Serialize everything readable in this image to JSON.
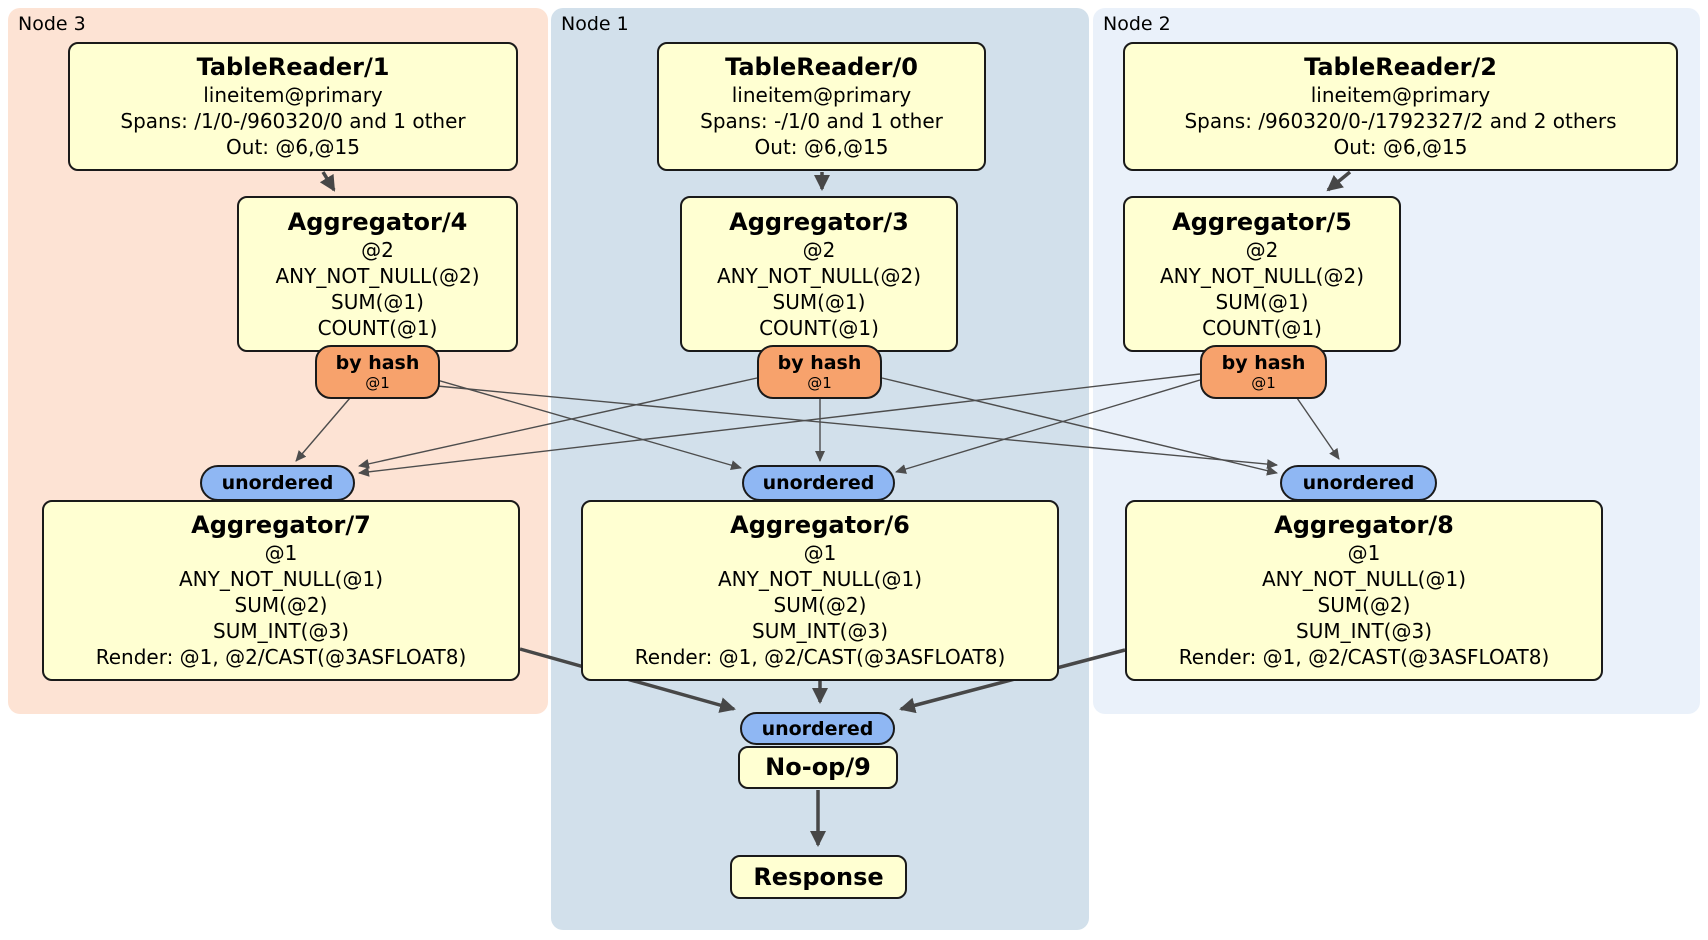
{
  "diagram_type": "distsql-query-plan",
  "colors": {
    "node3_panel": "#fde3d4",
    "node1_panel": "#d2e0eb",
    "node2_panel": "#eaf1fa",
    "processor_box": "#ffffd2",
    "hash_router": "#f7a26c",
    "stream_sync": "#8fb7f3",
    "edge": "#4a4a4a"
  },
  "nodes": [
    {
      "label": "Node 3",
      "table_reader": {
        "title": "TableReader/1",
        "rows": [
          "lineitem@primary",
          "Spans: /1/0-/960320/0 and 1 other",
          "Out: @6,@15"
        ]
      },
      "aggregator_top": {
        "title": "Aggregator/4",
        "rows": [
          "@2",
          "ANY_NOT_NULL(@2)",
          "SUM(@1)",
          "COUNT(@1)"
        ]
      },
      "router": {
        "title": "by hash",
        "detail": "@1"
      },
      "stream_sync": {
        "label": "unordered"
      },
      "aggregator_final": {
        "title": "Aggregator/7",
        "rows": [
          "@1",
          "ANY_NOT_NULL(@1)",
          "SUM(@2)",
          "SUM_INT(@3)",
          "Render: @1, @2/CAST(@3ASFLOAT8)"
        ]
      }
    },
    {
      "label": "Node 1",
      "table_reader": {
        "title": "TableReader/0",
        "rows": [
          "lineitem@primary",
          "Spans: -/1/0 and 1 other",
          "Out: @6,@15"
        ]
      },
      "aggregator_top": {
        "title": "Aggregator/3",
        "rows": [
          "@2",
          "ANY_NOT_NULL(@2)",
          "SUM(@1)",
          "COUNT(@1)"
        ]
      },
      "router": {
        "title": "by hash",
        "detail": "@1"
      },
      "stream_sync": {
        "label": "unordered"
      },
      "aggregator_final": {
        "title": "Aggregator/6",
        "rows": [
          "@1",
          "ANY_NOT_NULL(@1)",
          "SUM(@2)",
          "SUM_INT(@3)",
          "Render: @1, @2/CAST(@3ASFLOAT8)"
        ]
      }
    },
    {
      "label": "Node 2",
      "table_reader": {
        "title": "TableReader/2",
        "rows": [
          "lineitem@primary",
          "Spans: /960320/0-/1792327/2 and 2 others",
          "Out: @6,@15"
        ]
      },
      "aggregator_top": {
        "title": "Aggregator/5",
        "rows": [
          "@2",
          "ANY_NOT_NULL(@2)",
          "SUM(@1)",
          "COUNT(@1)"
        ]
      },
      "router": {
        "title": "by hash",
        "detail": "@1"
      },
      "stream_sync": {
        "label": "unordered"
      },
      "aggregator_final": {
        "title": "Aggregator/8",
        "rows": [
          "@1",
          "ANY_NOT_NULL(@1)",
          "SUM(@2)",
          "SUM_INT(@3)",
          "Render: @1, @2/CAST(@3ASFLOAT8)"
        ]
      }
    }
  ],
  "final_stage": {
    "sync_label": "unordered",
    "noop_title": "No-op/9",
    "response_title": "Response"
  }
}
